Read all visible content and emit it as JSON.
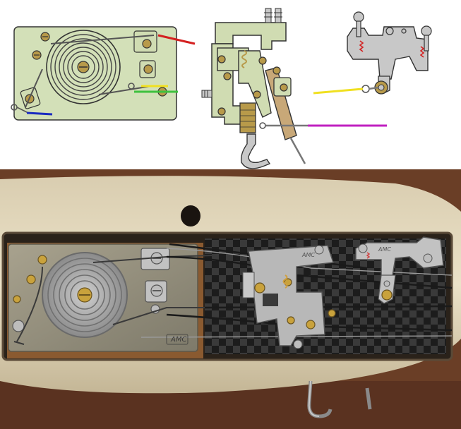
{
  "diagram": {
    "base_plate_color": "#d3e0b8",
    "part_color": "#d0dcb2",
    "steel_color": "#c8c8c8",
    "brass_color": "#b89a4a",
    "wood_color": "#c8a878",
    "outline_color": "#333333"
  },
  "wires": {
    "red": "#d42020",
    "blue": "#1a2bc0",
    "green": "#3ec13e",
    "yellow": "#f0e020",
    "magenta": "#c020c0"
  },
  "photo": {
    "logo_main": "AMC",
    "logo_small": "AMC",
    "logo_bracket": "AMC"
  }
}
